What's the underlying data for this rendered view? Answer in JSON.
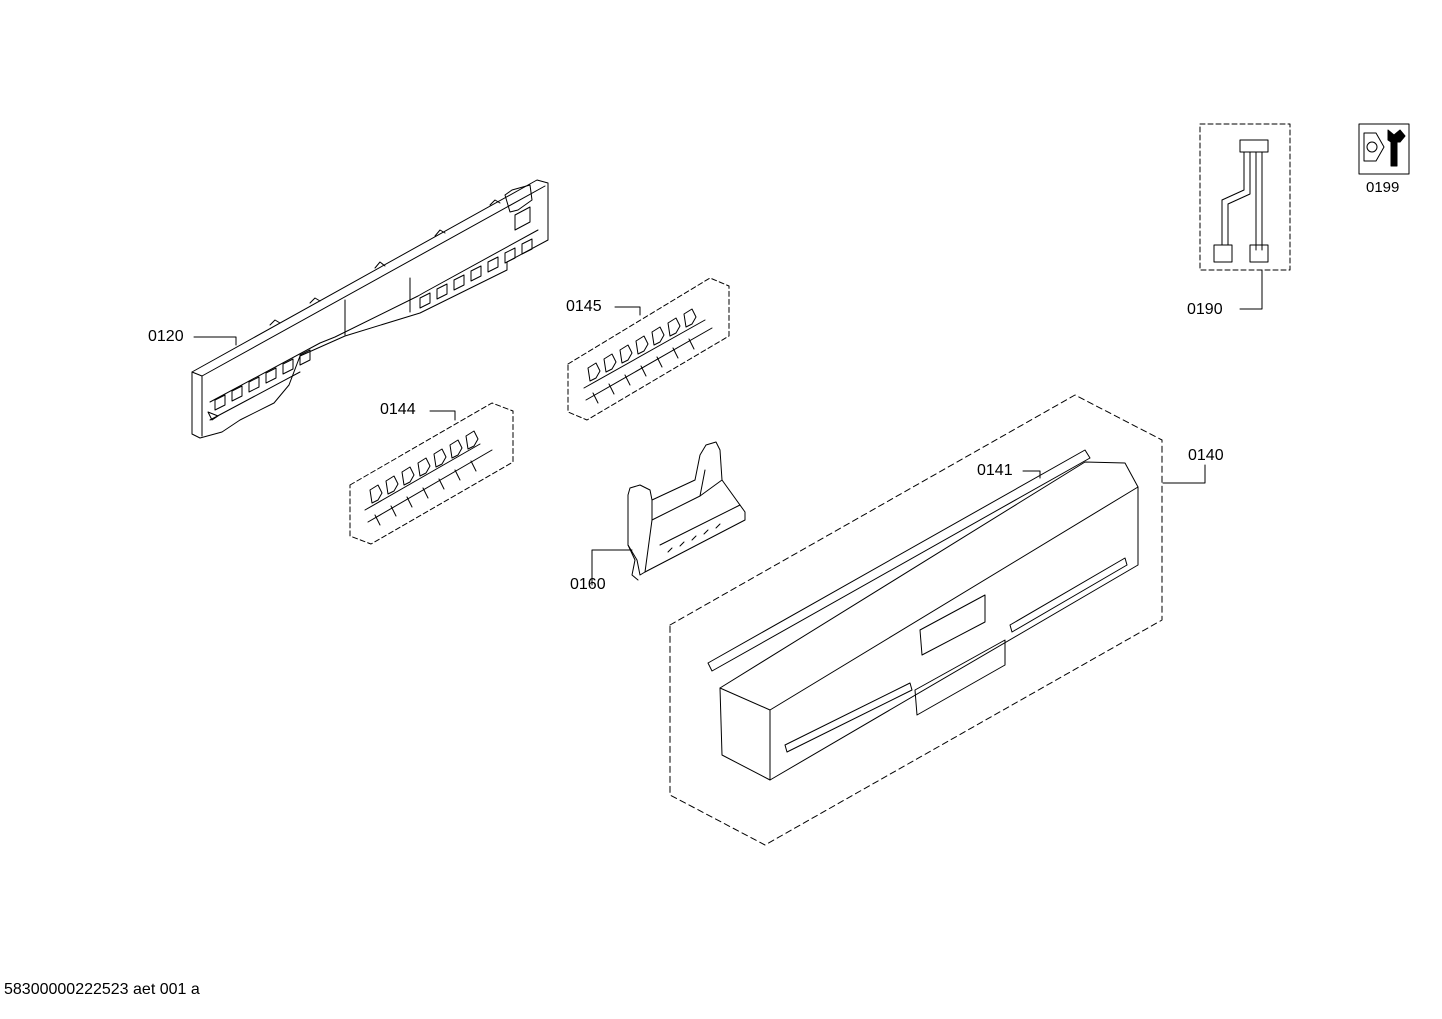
{
  "parts": {
    "p0120": "0120",
    "p0144": "0144",
    "p0145": "0145",
    "p0160": "0160",
    "p0141": "0141",
    "p0140": "0140",
    "p0190": "0190",
    "p0199": "0199"
  },
  "document_id": "58300000222523 aet 001 a"
}
